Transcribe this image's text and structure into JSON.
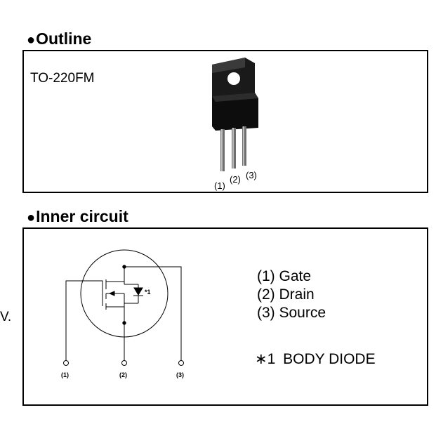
{
  "outline": {
    "bullet": "●",
    "heading": "Outline",
    "package_name": "TO-220FM",
    "pin_labels": [
      "(1)",
      "(2)",
      "(3)"
    ]
  },
  "inner_circuit": {
    "bullet": "●",
    "heading": "Inner circuit",
    "schematic_pins": [
      "(1)",
      "(2)",
      "(3)"
    ],
    "diode_marker": "*1",
    "legend": [
      "(1) Gate",
      "(2) Drain",
      "(3) Source"
    ],
    "note_marker": "∗1",
    "note_text": "BODY DIODE"
  },
  "stray_text": "V."
}
